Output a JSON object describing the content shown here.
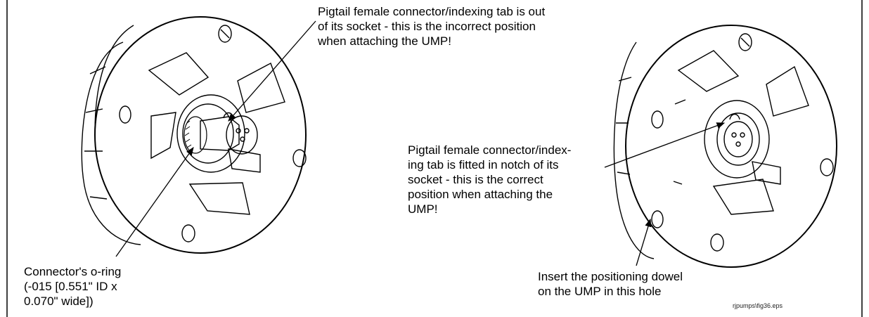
{
  "labels": {
    "top_callout": "Pigtail female connector/indexing tab is out\nof its socket - this is the incorrect position\nwhen attaching the UMP!",
    "right_callout": "Pigtail female connector/index-\ning tab is fitted in notch of its\nsocket - this is the correct\nposition when attaching the\nUMP!",
    "oring_callout": "Connector's o-ring\n(-015 [0.551\" ID x\n0.070\" wide])",
    "dowel_callout": "Insert the positioning dowel\non the UMP in this hole",
    "file_name": "rjpumps\\fig36.eps"
  }
}
